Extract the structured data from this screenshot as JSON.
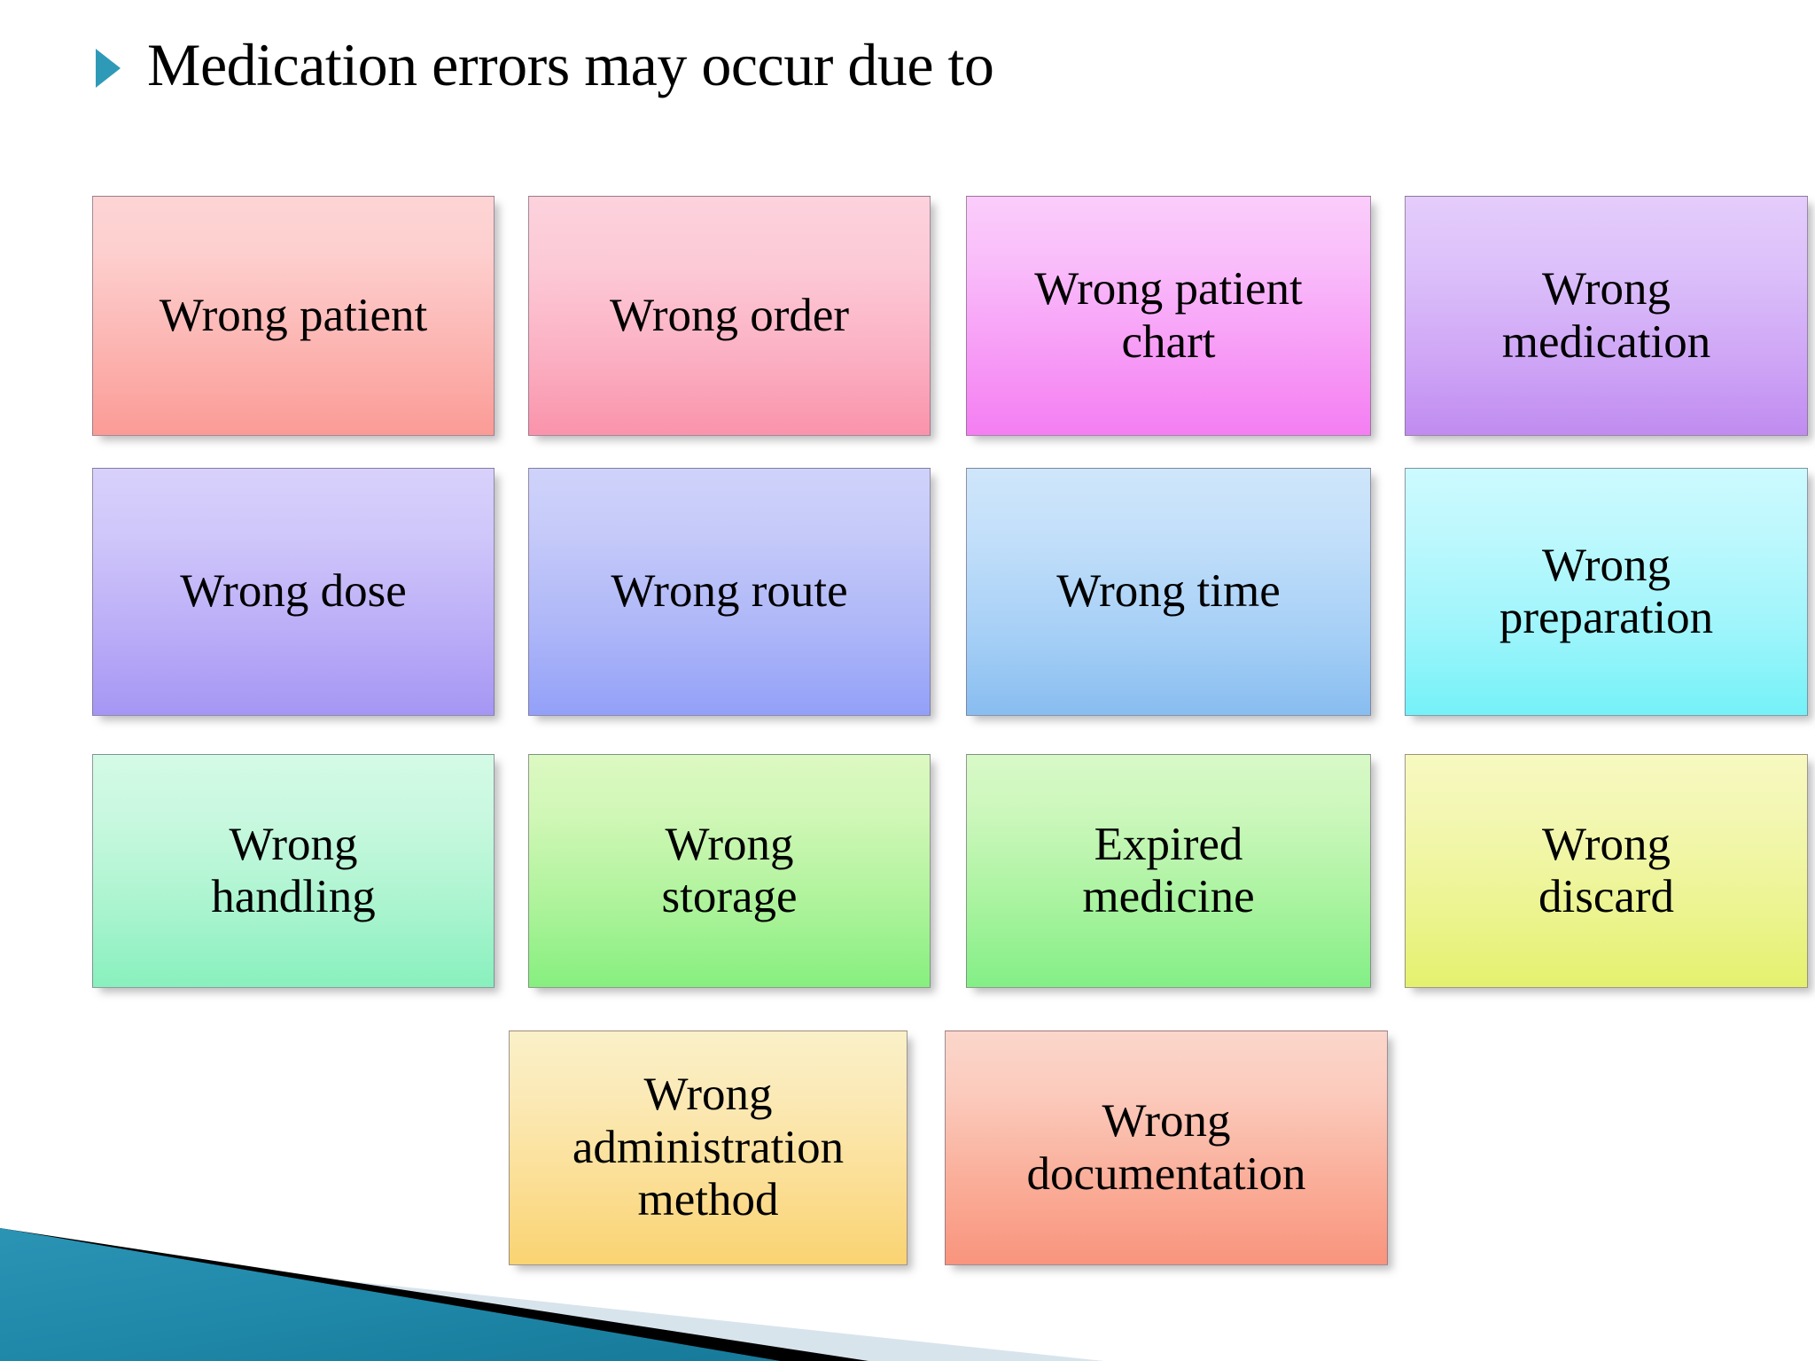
{
  "slide": {
    "background_color": "#ffffff",
    "title": "Medication errors may occur due to",
    "bullet_icon": "triangle-bullet-icon",
    "bullet_color": "#2f9ab8"
  },
  "boxes": [
    {
      "id": "wrong-patient",
      "label": "Wrong patient",
      "row": 1,
      "col": 1,
      "fill_top": "#fdd4d4",
      "fill_bottom": "#fb9b96",
      "color_name": "pink"
    },
    {
      "id": "wrong-order",
      "label": "Wrong order",
      "row": 1,
      "col": 2,
      "fill_top": "#fcd2dd",
      "fill_bottom": "#fa93ab",
      "color_name": "rose"
    },
    {
      "id": "wrong-patient-chart",
      "label": "Wrong patient\nchart",
      "row": 1,
      "col": 3,
      "fill_top": "#fbcdfb",
      "fill_bottom": "#f47ef2",
      "color_name": "magenta"
    },
    {
      "id": "wrong-medication",
      "label": "Wrong\nmedication",
      "row": 1,
      "col": 4,
      "fill_top": "#e4ccfb",
      "fill_bottom": "#c08cf0",
      "color_name": "violet"
    },
    {
      "id": "wrong-dose",
      "label": "Wrong dose",
      "row": 2,
      "col": 1,
      "fill_top": "#d8d1fb",
      "fill_bottom": "#a596f4",
      "color_name": "lavender"
    },
    {
      "id": "wrong-route",
      "label": "Wrong route",
      "row": 2,
      "col": 2,
      "fill_top": "#cfd3fa",
      "fill_bottom": "#93a0f8",
      "color_name": "periwinkle"
    },
    {
      "id": "wrong-time",
      "label": "Wrong time",
      "row": 2,
      "col": 3,
      "fill_top": "#cfe6fa",
      "fill_bottom": "#88bdf0",
      "color_name": "sky-blue"
    },
    {
      "id": "wrong-preparation",
      "label": "Wrong\npreparation",
      "row": 2,
      "col": 4,
      "fill_top": "#ccfaff",
      "fill_bottom": "#74f2f8",
      "color_name": "cyan"
    },
    {
      "id": "wrong-handling",
      "label": "Wrong\nhandling",
      "row": 3,
      "col": 1,
      "fill_top": "#d4fae6",
      "fill_bottom": "#88f0bd",
      "color_name": "mint"
    },
    {
      "id": "wrong-storage",
      "label": "Wrong\nstorage",
      "row": 3,
      "col": 2,
      "fill_top": "#dcf9c2",
      "fill_bottom": "#86ef7f",
      "color_name": "green"
    },
    {
      "id": "expired-medicine",
      "label": "Expired\nmedicine",
      "row": 3,
      "col": 3,
      "fill_top": "#d8f9c7",
      "fill_bottom": "#83ef86",
      "color_name": "lime"
    },
    {
      "id": "wrong-discard",
      "label": "Wrong\ndiscard",
      "row": 3,
      "col": 4,
      "fill_top": "#f7f9c0",
      "fill_bottom": "#e4f16e",
      "color_name": "yellow"
    },
    {
      "id": "wrong-administration-method",
      "label": "Wrong\nadministration\nmethod",
      "row": 4,
      "col": 2,
      "fill_top": "#faf0c8",
      "fill_bottom": "#fad372",
      "color_name": "gold"
    },
    {
      "id": "wrong-documentation",
      "label": "Wrong\ndocumentation",
      "row": 4,
      "col": 3,
      "fill_top": "#fbd6cb",
      "fill_bottom": "#f9947d",
      "color_name": "salmon"
    }
  ],
  "decoration": {
    "name": "corner-banner",
    "band_teal": "#1f87a8",
    "band_black": "#000000",
    "band_pale": "#d8e4ec"
  }
}
